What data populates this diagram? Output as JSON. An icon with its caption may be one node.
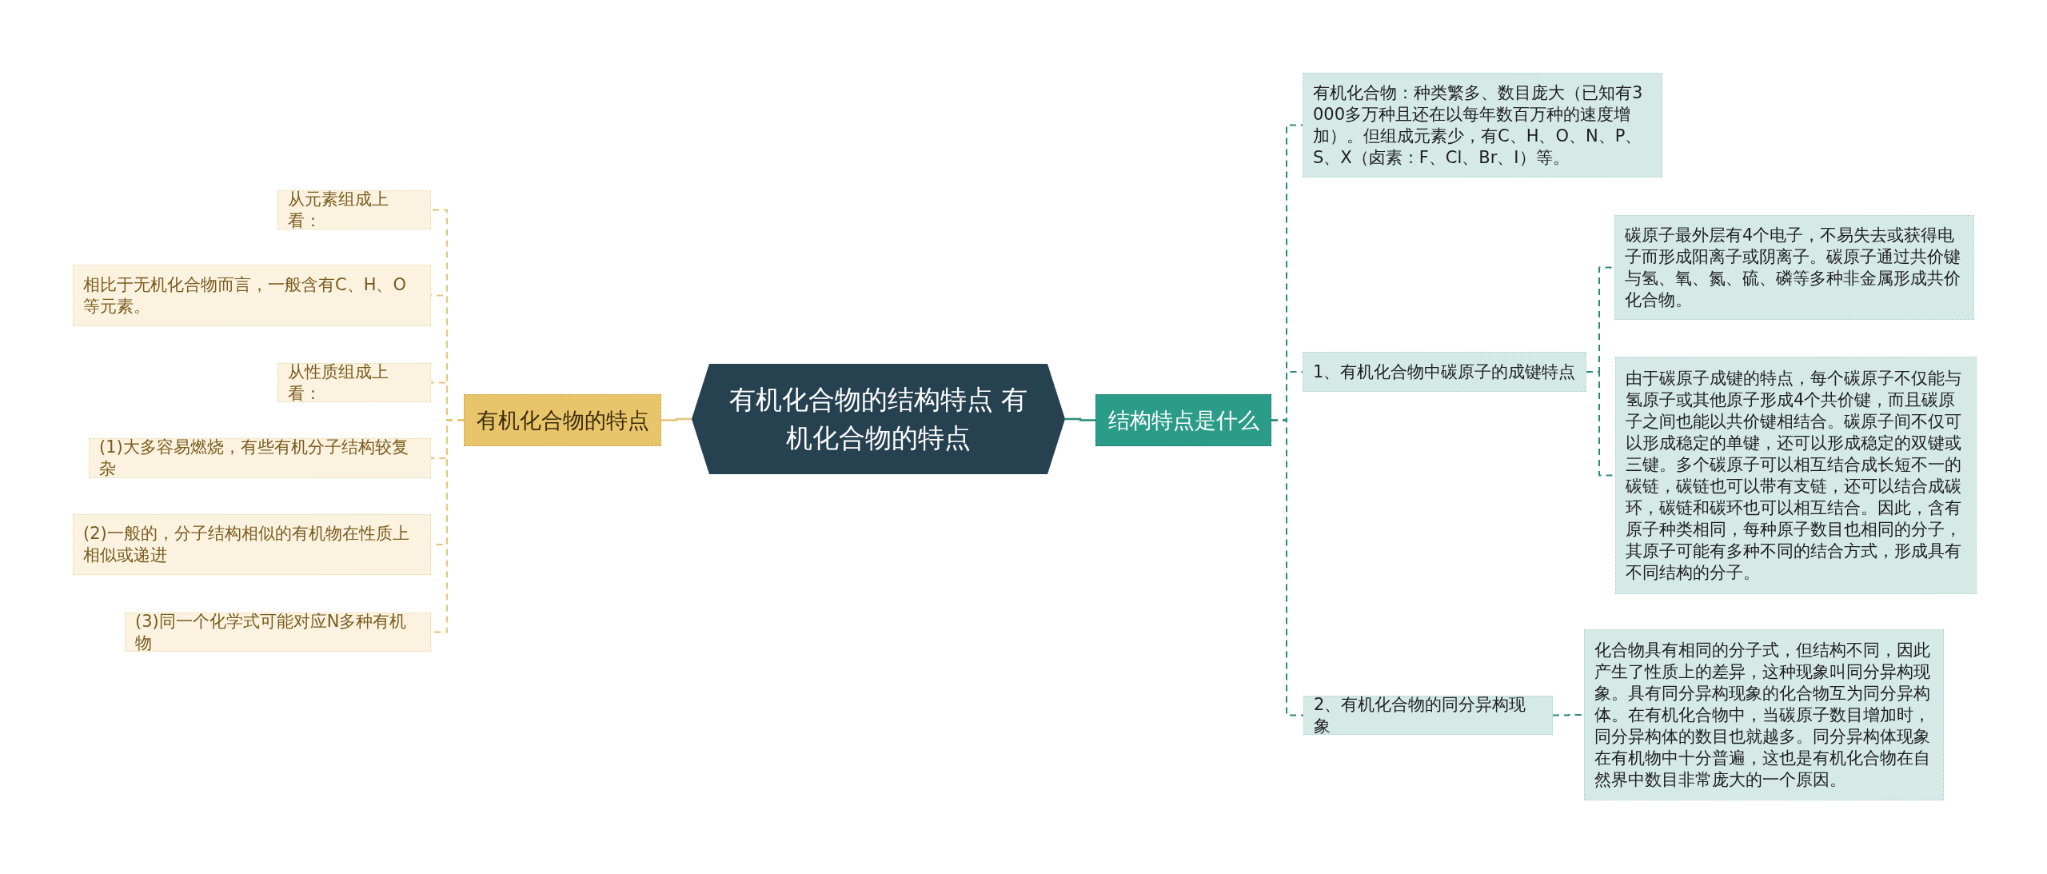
{
  "diagram": {
    "nodes": [
      {
        "text": [
          "有机化合物的结构特点 有机化合物的特点"
        ]
      },
      {
        "text": [
          "有机化合物的特点"
        ]
      },
      {
        "text": [
          "从元素组成上看："
        ]
      },
      {
        "text": [
          "相比于无机化合物而言，一般含有C、H、O等元素。"
        ]
      },
      {
        "text": [
          "从性质组成上看："
        ]
      },
      {
        "text": [
          "(1)大多容易燃烧，有些有机分子结构较复杂"
        ]
      },
      {
        "text": [
          "(2)一般的，分子结构相似的有机物在性质上相似或递进"
        ]
      },
      {
        "text": [
          "(3)同一个化学式可能对应N多种有机物"
        ]
      },
      {
        "text": [
          "结构特点是什么"
        ]
      },
      {
        "text": [
          "有机化合物：种类繁多、数目庞大（已知有3000多万种且还在以每年数百万种的速度增加）。但组成元素少，有C、H、O、N、P、S、X（卤素：F、Cl、Br、I）等。"
        ]
      },
      {
        "text": [
          "1、有机化合物中碳原子的成键特点"
        ]
      },
      {
        "text": [
          "碳原子最外层有4个电子，不易失去或获得电子而形成阳离子或阴离子。碳原子通过共价键与氢、氧、氮、硫、磷等多种非金属形成共价化合物。"
        ]
      },
      {
        "text": [
          "由于碳原子成键的特点，每个碳原子不仅能与氢原子或其他原子形成4个共价键，而且碳原子之间也能以共价键相结合。碳原子间不仅可以形成稳定的单键，还可以形成稳定的双键或三键。多个碳原子可以相互结合成长短不一的碳链，碳链也可以带有支链，还可以结合成碳环，碳链和碳环也可以相互结合。因此，含有原子种类相同，每种原子数目也相同的分子，其原子可能有多种不同的结合方式，形成具有不同结构的分子。"
        ]
      },
      {
        "text": [
          "2、有机化合物的同分异构现象"
        ]
      },
      {
        "text": [
          "化合物具有相同的分子式，但结构不同，因此产生了性质上的差异，这种现象叫同分异构现象。具有同分异构现象的化合物互为同分异构体。在有机化合物中，当碳原子数目增加时，同分异构体的数目也就越多。同分异构体现象在有机物中十分普遍，这也是有机化合物在自然界中数目非常庞大的一个原因。"
        ]
      }
    ],
    "edges": [
      {
        "from": 0,
        "to": 1,
        "arrow": "none",
        "color": "#e2c67a"
      },
      {
        "from": 1,
        "to": 2,
        "arrow": "none",
        "style": "dashed",
        "color": "#e2c67a"
      },
      {
        "from": 1,
        "to": 3,
        "arrow": "none",
        "style": "dashed",
        "color": "#e2c67a"
      },
      {
        "from": 1,
        "to": 4,
        "arrow": "none",
        "style": "dashed",
        "color": "#e2c67a"
      },
      {
        "from": 1,
        "to": 5,
        "arrow": "none",
        "style": "dashed",
        "color": "#e2c67a"
      },
      {
        "from": 1,
        "to": 6,
        "arrow": "none",
        "style": "dashed",
        "color": "#e2c67a"
      },
      {
        "from": 1,
        "to": 7,
        "arrow": "none",
        "style": "dashed",
        "color": "#e2c67a"
      },
      {
        "from": 0,
        "to": 8,
        "arrow": "none",
        "color": "#2a8a7a"
      },
      {
        "from": 8,
        "to": 9,
        "arrow": "none",
        "style": "dashed",
        "color": "#2a8a7a"
      },
      {
        "from": 8,
        "to": 10,
        "arrow": "none",
        "style": "dashed",
        "color": "#2a8a7a"
      },
      {
        "from": 8,
        "to": 13,
        "arrow": "none",
        "style": "dashed",
        "color": "#2a8a7a"
      },
      {
        "from": 10,
        "to": 11,
        "arrow": "none",
        "style": "dashed",
        "color": "#2a8a7a"
      },
      {
        "from": 10,
        "to": 12,
        "arrow": "none",
        "style": "dashed",
        "color": "#2a8a7a"
      },
      {
        "from": 13,
        "to": 14,
        "arrow": "none",
        "style": "dashed",
        "color": "#2a8a7a"
      }
    ]
  }
}
